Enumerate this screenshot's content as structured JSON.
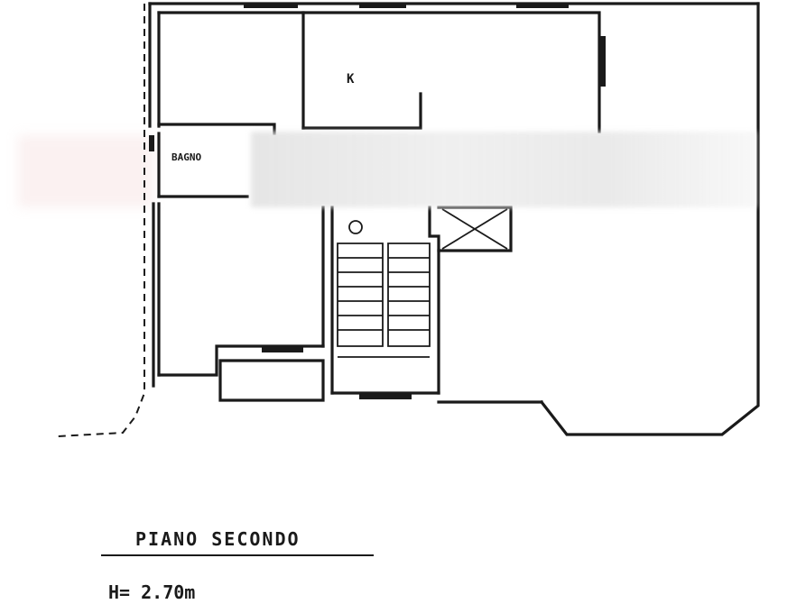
{
  "rooms": {
    "kitchen_label": "K",
    "bathroom_label": "BAGNO"
  },
  "caption": {
    "floor_name": "PIANO SECONDO",
    "ceiling_height": "H= 2.70m"
  }
}
